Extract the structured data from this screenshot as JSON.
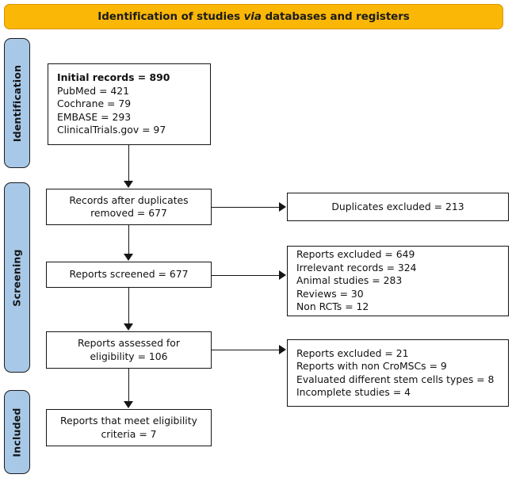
{
  "banner": {
    "text_before": "Identification of studies ",
    "text_italic": "via",
    "text_after": " databases and registers",
    "background_color": "#FBB706"
  },
  "stages": [
    {
      "id": "identification",
      "label": "Identification",
      "color": "#A8C8E8"
    },
    {
      "id": "screening",
      "label": "Screening",
      "color": "#A8C8E8"
    },
    {
      "id": "included",
      "label": "Included",
      "color": "#A8C8E8"
    }
  ],
  "flow": {
    "initial_records": {
      "title": "Initial records = 890",
      "sources": [
        "PubMed = 421",
        "Cochrane = 79",
        "EMBASE = 293",
        "ClinicalTrials.gov = 97"
      ]
    },
    "records_after_duplicates": {
      "line1": "Records after duplicates",
      "line2": "removed = 677"
    },
    "reports_screened": {
      "line1": "Reports screened = 677"
    },
    "reports_assessed": {
      "line1": "Reports assessed for",
      "line2": "eligibility = 106"
    },
    "reports_included": {
      "line1": "Reports that meet eligibility",
      "line2": "criteria = 7"
    }
  },
  "exclusions": {
    "duplicates": {
      "title": "Duplicates excluded = 213"
    },
    "screening": {
      "title": "Reports excluded = 649",
      "reasons": [
        "Irrelevant records = 324",
        "Animal studies = 283",
        "Reviews = 30",
        "Non RCTs = 12"
      ]
    },
    "eligibility": {
      "title": "Reports excluded = 21",
      "reasons": [
        "Reports with non CroMSCs = 9",
        "Evaluated different stem cells types = 8",
        "Incomplete studies = 4"
      ]
    }
  }
}
